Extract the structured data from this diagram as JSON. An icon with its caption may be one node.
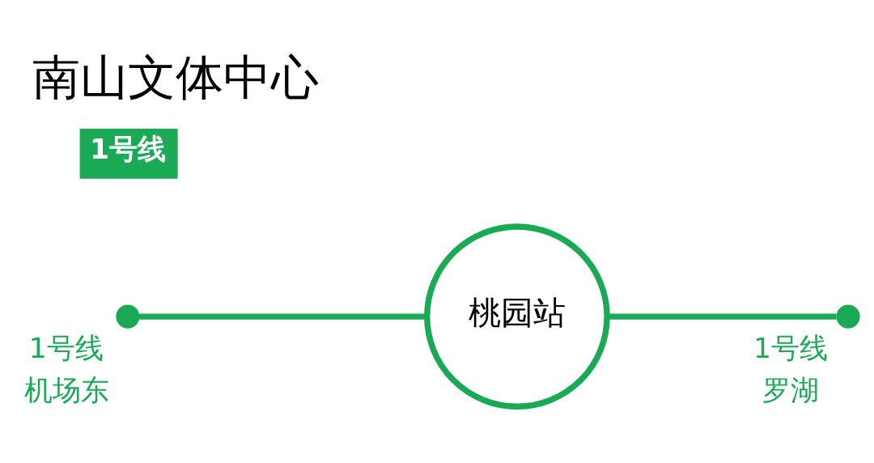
{
  "diagram": {
    "title": "南山文体中心",
    "nodes": [
      {
        "text": [],
        "shape": "circle",
        "beside": [
          "1号线",
          "机场东"
        ]
      },
      {
        "text": [
          "桃园站"
        ]
      },
      {
        "text": [],
        "shape": "circle",
        "beside": [
          "1号线",
          "罗湖"
        ]
      }
    ],
    "edges": [
      {
        "from": 0,
        "to": 1,
        "arrow": "none",
        "color": "#1aaa55"
      },
      {
        "from": 1,
        "to": 2,
        "arrow": "none",
        "color": "#1aaa55"
      }
    ],
    "labels": [
      "1号线"
    ]
  }
}
